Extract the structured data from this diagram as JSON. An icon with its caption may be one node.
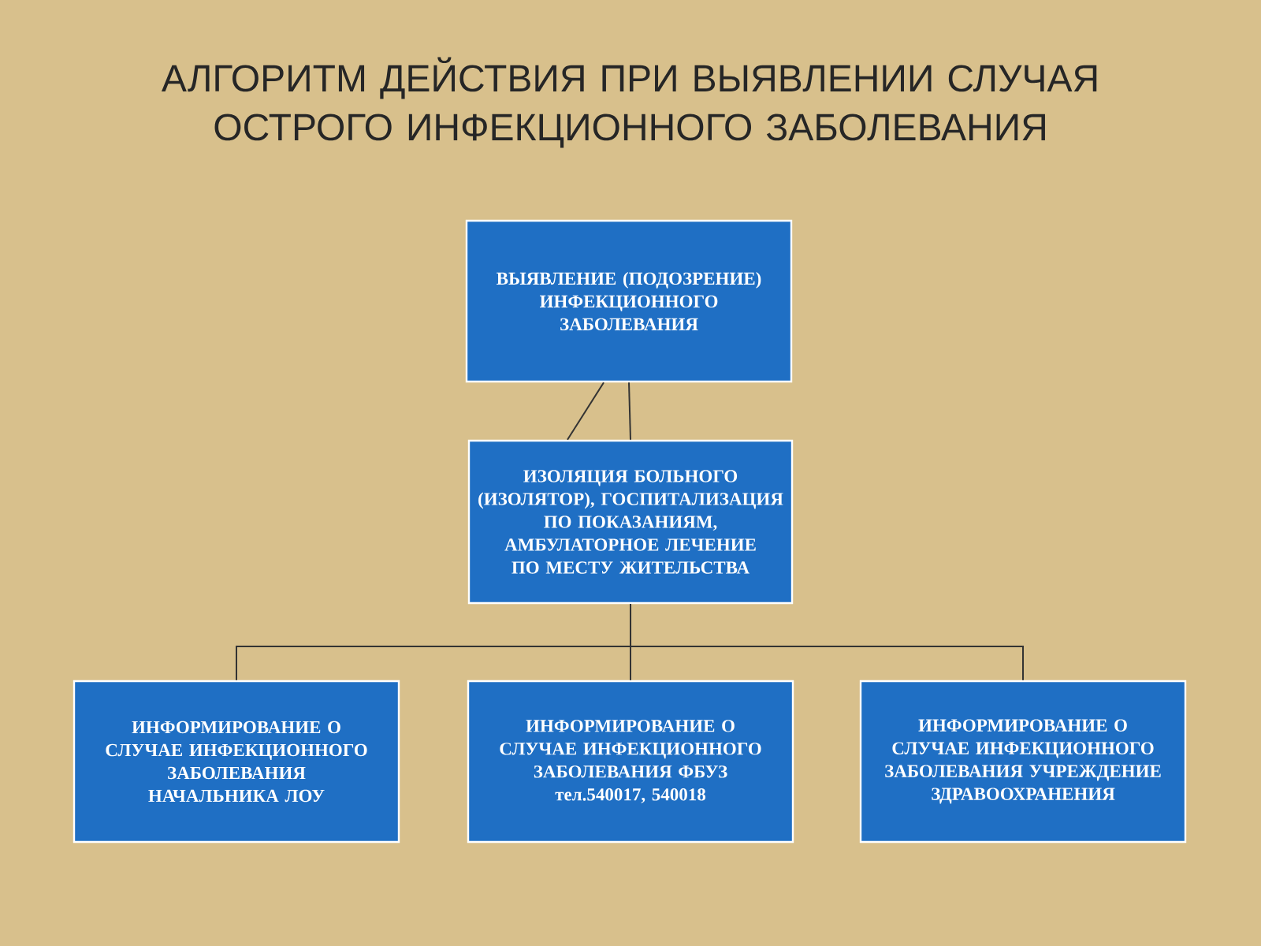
{
  "diagram": {
    "title": "АЛГОРИТМ ДЕЙСТВИЯ ПРИ ВЫЯВЛЕНИИ СЛУЧАЯ ОСТРОГО ИНФЕКЦИОННОГО ЗАБОЛЕВАНИЯ",
    "nodes": [
      {
        "text": [
          "ВЫЯВЛЕНИЕ (ПОДОЗРЕНИЕ) ИНФЕКЦИОННОГО ЗАБОЛЕВАНИЯ"
        ]
      },
      {
        "text": [
          "ИЗОЛЯЦИЯ БОЛЬНОГО (ИЗОЛЯТОР), ГОСПИТАЛИЗАЦИЯ ПО ПОКАЗАНИЯМ, АМБУЛАТОРНОЕ ЛЕЧЕНИЕ ПО МЕСТУ ЖИТЕЛЬСТВА"
        ]
      },
      {
        "text": [
          "ИНФОРМИРОВАНИЕ О СЛУЧАЕ ИНФЕКЦИОННОГО ЗАБОЛЕВАНИЯ НАЧАЛЬНИКА ЛОУ"
        ]
      },
      {
        "text": [
          "ИНФОРМИРОВАНИЕ О СЛУЧАЕ ИНФЕКЦИОННОГО ЗАБОЛЕВАНИЯ ФБУЗ тел.540017, 540018"
        ]
      },
      {
        "text": [
          "ИНФОРМИРОВАНИЕ О СЛУЧАЕ ИНФЕКЦИОННОГО ЗАБОЛЕВАНИЯ УЧРЕЖДЕНИЕ ЗДРАВООХРАНЕНИЯ"
        ]
      }
    ],
    "edges": [
      {
        "from": 0,
        "to": 1,
        "arrow": "none"
      },
      {
        "from": 0,
        "to": 1,
        "arrow": "none"
      },
      {
        "from": 1,
        "to": 2,
        "arrow": "none"
      },
      {
        "from": 1,
        "to": 3,
        "arrow": "none"
      },
      {
        "from": 1,
        "to": 4,
        "arrow": "none"
      }
    ]
  }
}
